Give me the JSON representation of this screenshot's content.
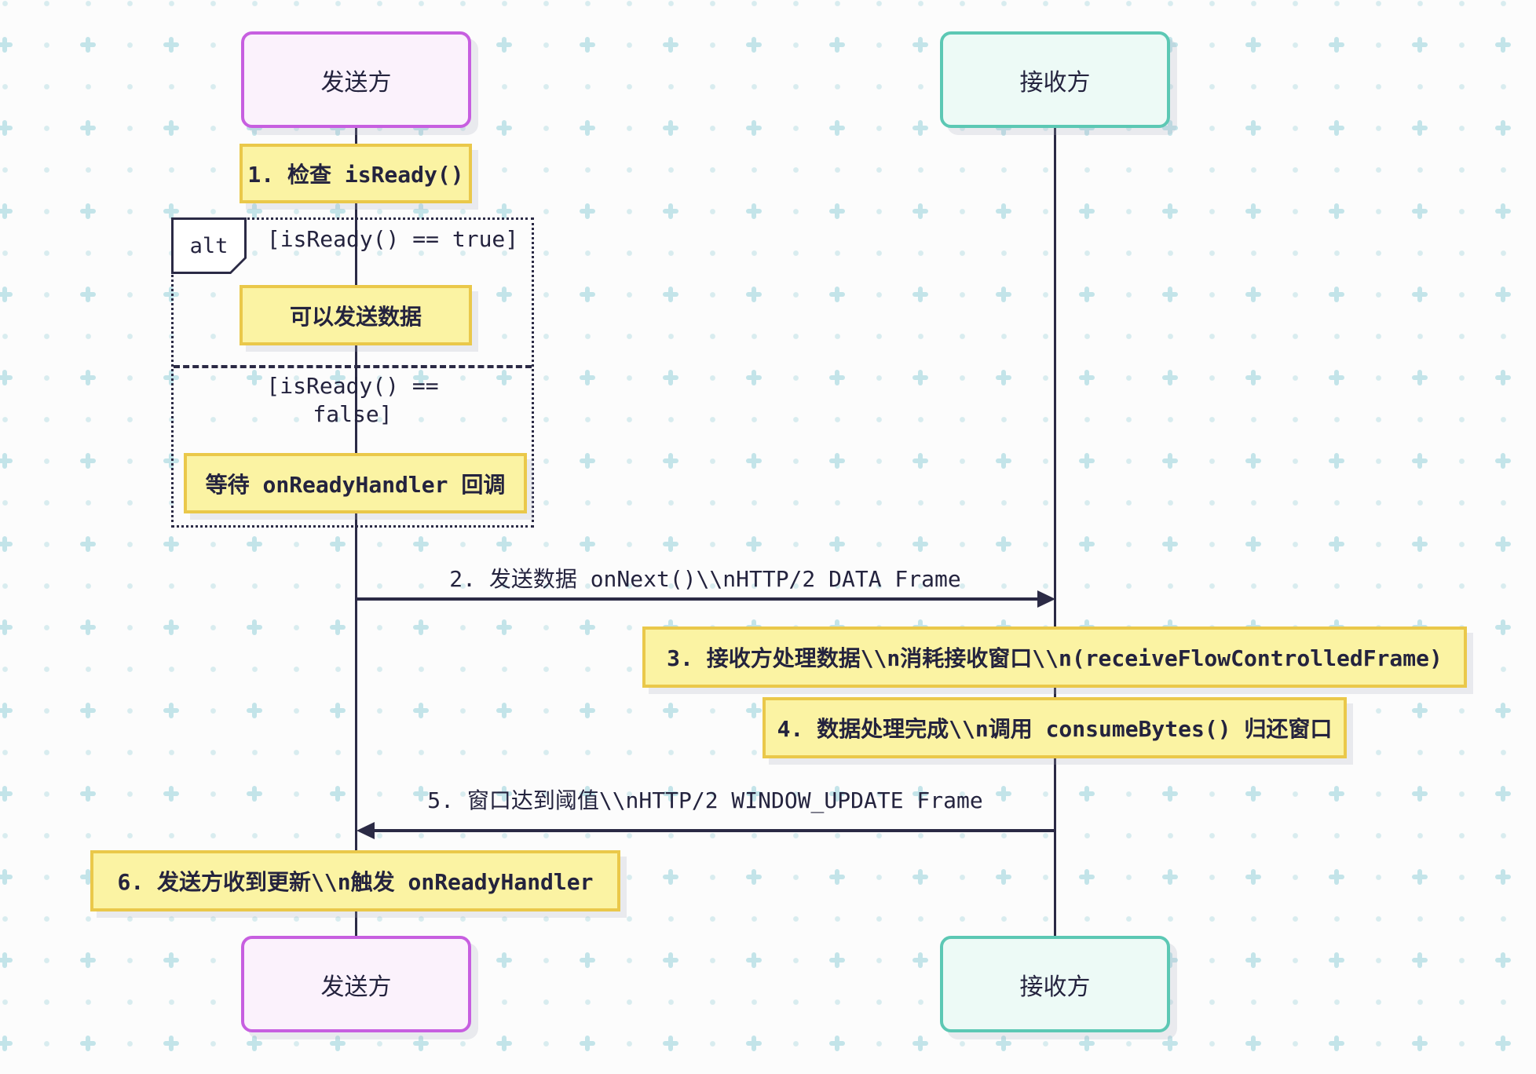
{
  "actors": {
    "sender": "发送方",
    "receiver": "接收方"
  },
  "alt": {
    "label": "alt",
    "condition_true": "[isReady() == true]",
    "condition_false": "[isReady() == false]"
  },
  "notes": {
    "step1": "1. 检查 isReady()",
    "can_send": "可以发送数据",
    "wait": "等待 onReadyHandler 回调",
    "step3": "3. 接收方处理数据\\\\n消耗接收窗口\\\\n(receiveFlowControlledFrame)",
    "step4": "4. 数据处理完成\\\\n调用 consumeBytes() 归还窗口",
    "step6": "6. 发送方收到更新\\\\n触发 onReadyHandler"
  },
  "messages": {
    "step2": "2. 发送数据 onNext()\\\\nHTTP/2 DATA Frame",
    "step5": "5. 窗口达到阈值\\\\nHTTP/2 WINDOW_UPDATE Frame"
  },
  "colors": {
    "background": "#fcfcfc",
    "grid_dot": "#d8ecef",
    "grid_plus": "#c3e4e9",
    "sender_fill": "#fbf2fc",
    "sender_border": "#c75fe0",
    "receiver_fill": "#edfaf6",
    "receiver_border": "#5cc8b4",
    "note_fill": "#fbf3a3",
    "note_border": "#eac84a",
    "line_and_text": "#2b2a45"
  }
}
